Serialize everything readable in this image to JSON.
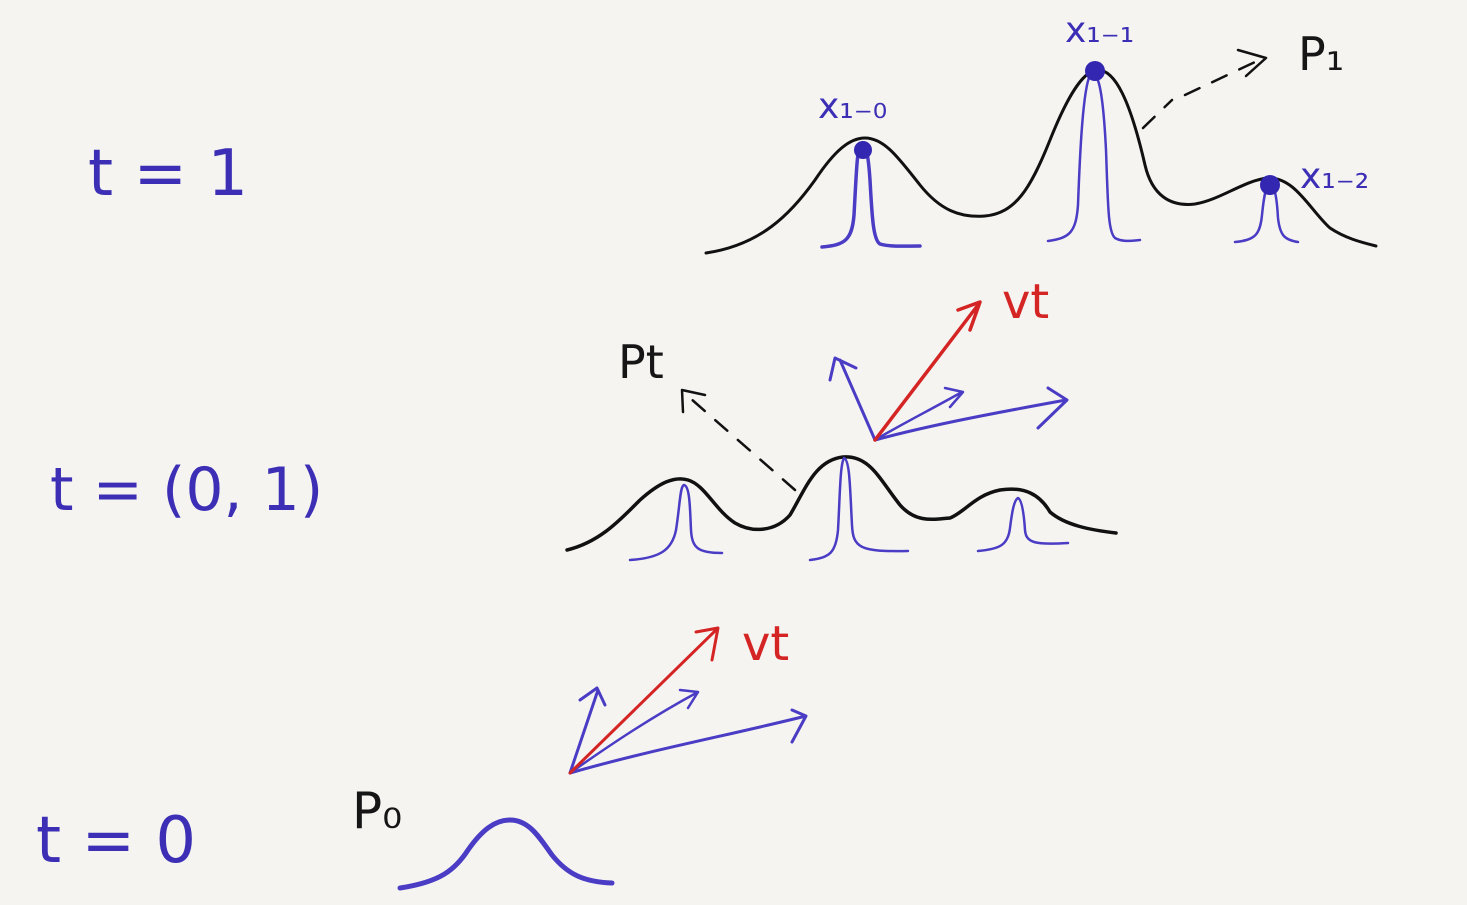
{
  "labels": {
    "t_one": "t = 1",
    "t_mid": "t = (0, 1)",
    "t_zero": "t = 0",
    "p_zero": "P₀",
    "p_t": "Pt",
    "p_one": "P₁",
    "x_10": "x₁₋₀",
    "x_11": "x₁₋₁",
    "x_12": "x₁₋₂",
    "v_t_mid": "vt",
    "v_t_bottom": "vt"
  },
  "colors": {
    "background": "#f5f4f1",
    "black_curve": "#111111",
    "blue_ink": "#3d2fb5",
    "blue_peaks": "#4a3cc4",
    "red_vector": "#d42424"
  }
}
